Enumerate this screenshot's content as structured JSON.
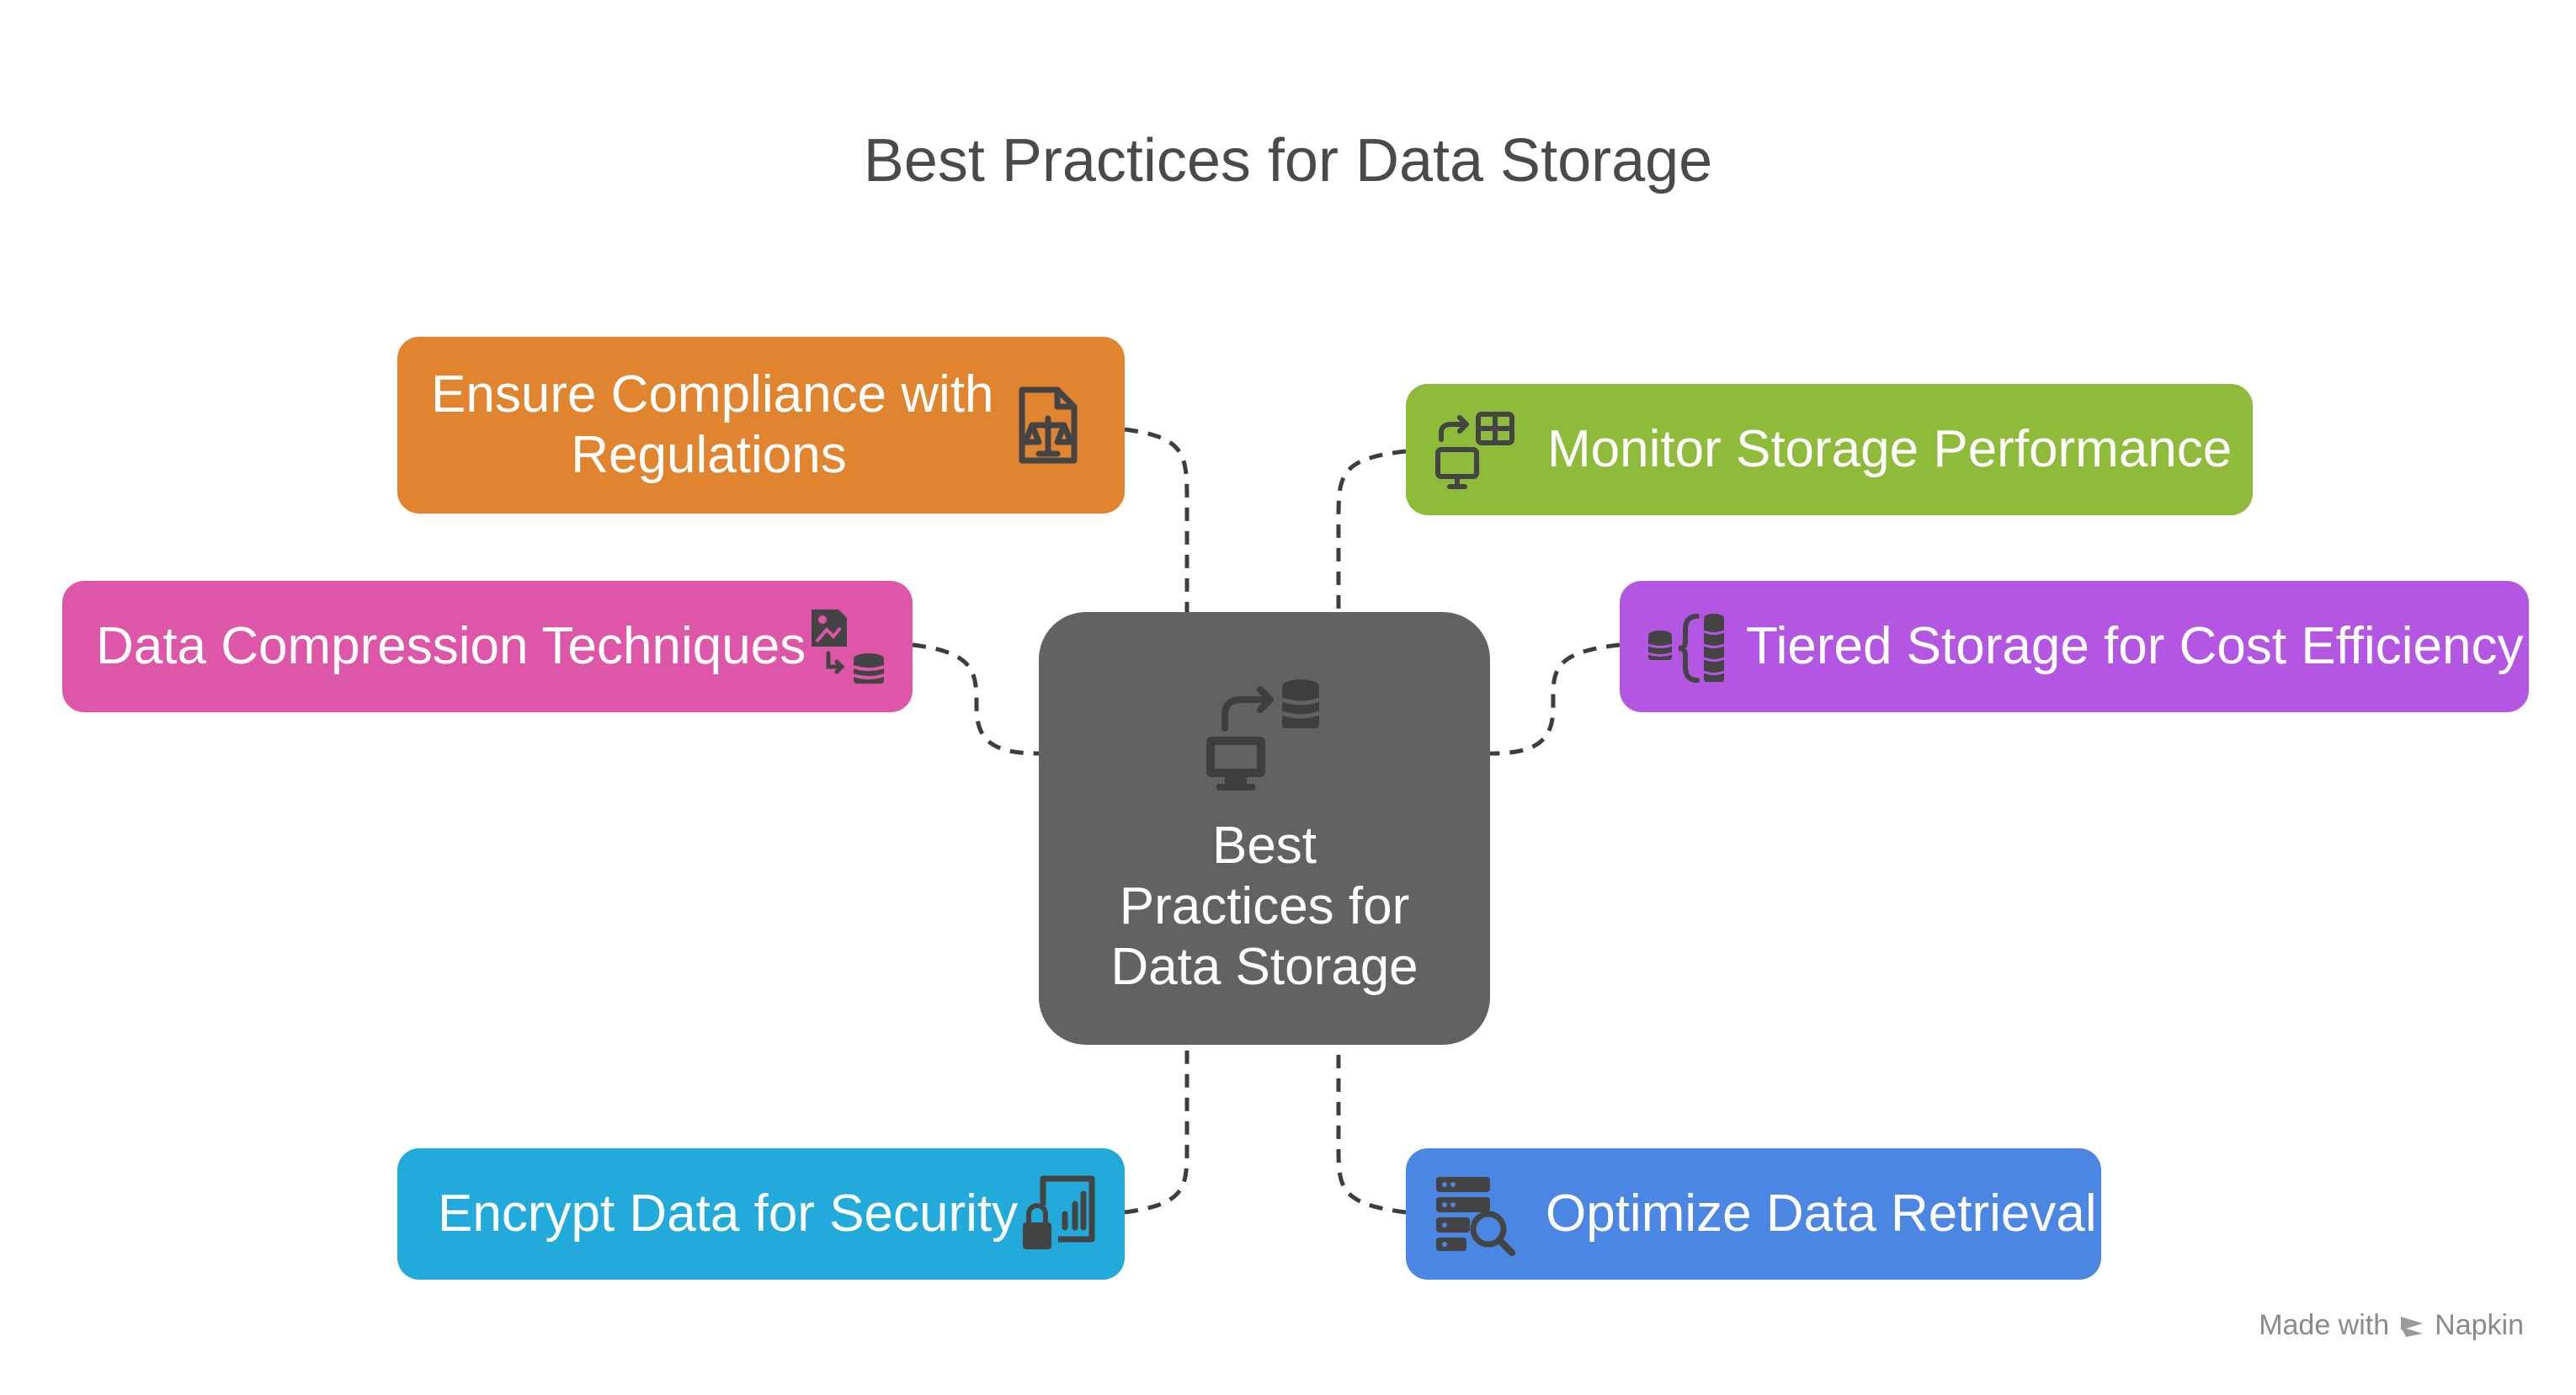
{
  "title": "Best Practices for Data Storage",
  "center": {
    "label_lines": [
      "Best",
      "Practices for",
      "Data Storage"
    ],
    "icon": "computer-database-sync-icon",
    "color": "#626262"
  },
  "nodes": {
    "compliance": {
      "line1": "Ensure Compliance with",
      "line2": "Regulations",
      "icon": "legal-document-scale-icon",
      "color": "#E08430"
    },
    "compression": {
      "label": "Data Compression Techniques",
      "icon": "image-to-database-icon",
      "color": "#DD56A8"
    },
    "encrypt": {
      "label": "Encrypt Data for Security",
      "icon": "secure-report-lock-icon",
      "color": "#22AADB"
    },
    "monitor": {
      "label": "Monitor Storage Performance",
      "icon": "monitor-sync-table-icon",
      "color": "#8FBB3A"
    },
    "tiered": {
      "label": "Tiered Storage for Cost Efficiency",
      "icon": "tiered-database-icon",
      "color": "#B357E2"
    },
    "retrieval": {
      "label": "Optimize Data Retrieval",
      "icon": "server-search-icon",
      "color": "#4B86E3"
    }
  },
  "footer": {
    "made_with": "Made with",
    "brand": "Napkin"
  }
}
